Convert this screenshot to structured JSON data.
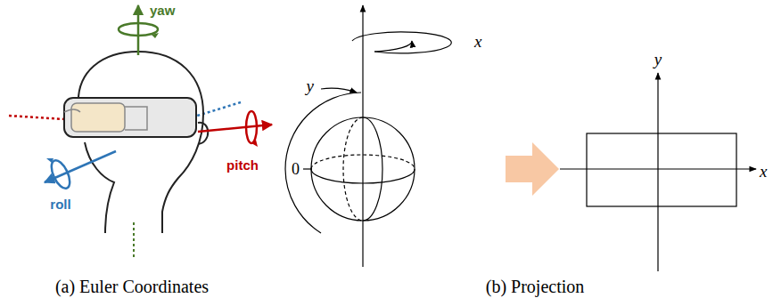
{
  "diagram": {
    "labels": [
      "yaw",
      "roll",
      "pitch",
      "(a) Euler Coordinates",
      "x",
      "y",
      "0",
      "y",
      "x",
      "(b) Projection"
    ]
  }
}
